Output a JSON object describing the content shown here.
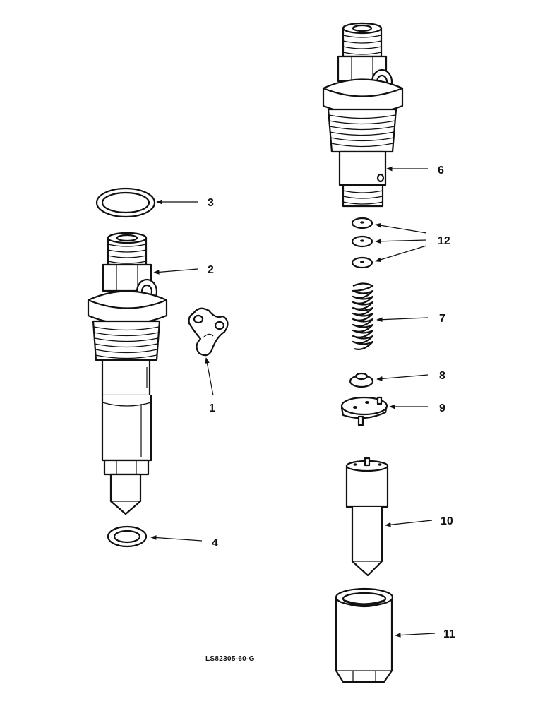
{
  "callouts": [
    {
      "id": "1",
      "text": "1"
    },
    {
      "id": "2",
      "text": "2"
    },
    {
      "id": "3",
      "text": "3"
    },
    {
      "id": "4",
      "text": "4"
    },
    {
      "id": "6",
      "text": "6"
    },
    {
      "id": "7",
      "text": "7"
    },
    {
      "id": "8",
      "text": "8"
    },
    {
      "id": "9",
      "text": "9"
    },
    {
      "id": "10",
      "text": "10"
    },
    {
      "id": "11",
      "text": "11"
    },
    {
      "id": "12",
      "text": "12"
    }
  ],
  "figure_code": "LS82305-60-G"
}
